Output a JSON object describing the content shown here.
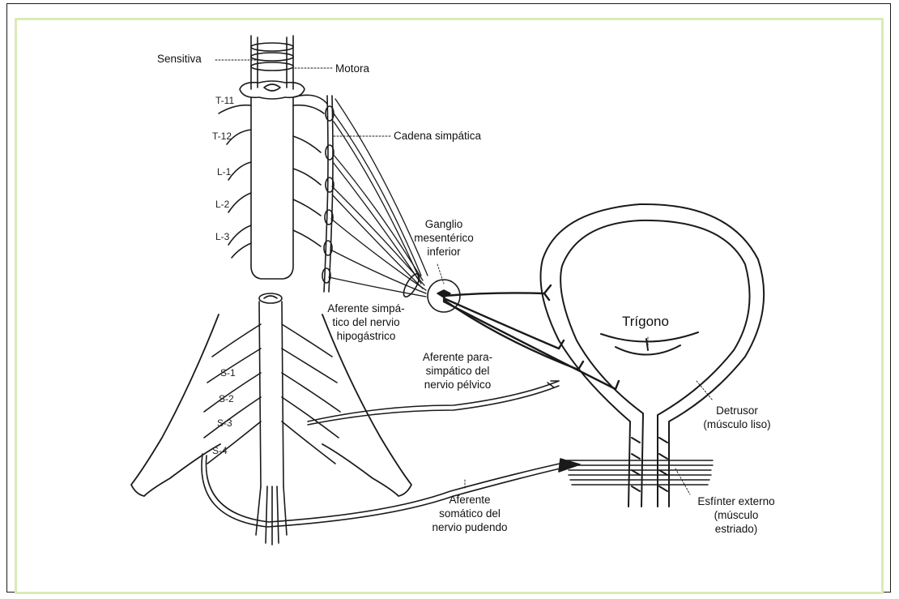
{
  "labels": {
    "sensitiva": "Sensitiva",
    "motora": "Motora",
    "cadena": "Cadena simpática",
    "ganglio_1": "Ganglio",
    "ganglio_2": "mesentérico",
    "ganglio_3": "inferior",
    "afsimp_1": "Aferente simpá-",
    "afsimp_2": "tico del nervio",
    "afsimp_3": "hipogástrico",
    "afpara_1": "Aferente para-",
    "afpara_2": "simpático del",
    "afpara_3": "nervio pélvico",
    "trigono": "Trígono",
    "detrusor_1": "Detrusor",
    "detrusor_2": "(músculo liso)",
    "esfinter_1": "Esfínter externo",
    "esfinter_2": "(músculo",
    "esfinter_3": "estriado)",
    "afsom_1": "Aferente",
    "afsom_2": "somático del",
    "afsom_3": "nervio pudendo"
  },
  "vertebrae": {
    "t11": "T-11",
    "t12": "T-12",
    "l1": "L-1",
    "l2": "L-2",
    "l3": "L-3",
    "s1": "S-1",
    "s2": "S-2",
    "s3": "S-3",
    "s4": "S-4"
  },
  "colors": {
    "frame": "#1a1a1a",
    "inner_frame": "#d9ebb5",
    "ink": "#111111"
  }
}
